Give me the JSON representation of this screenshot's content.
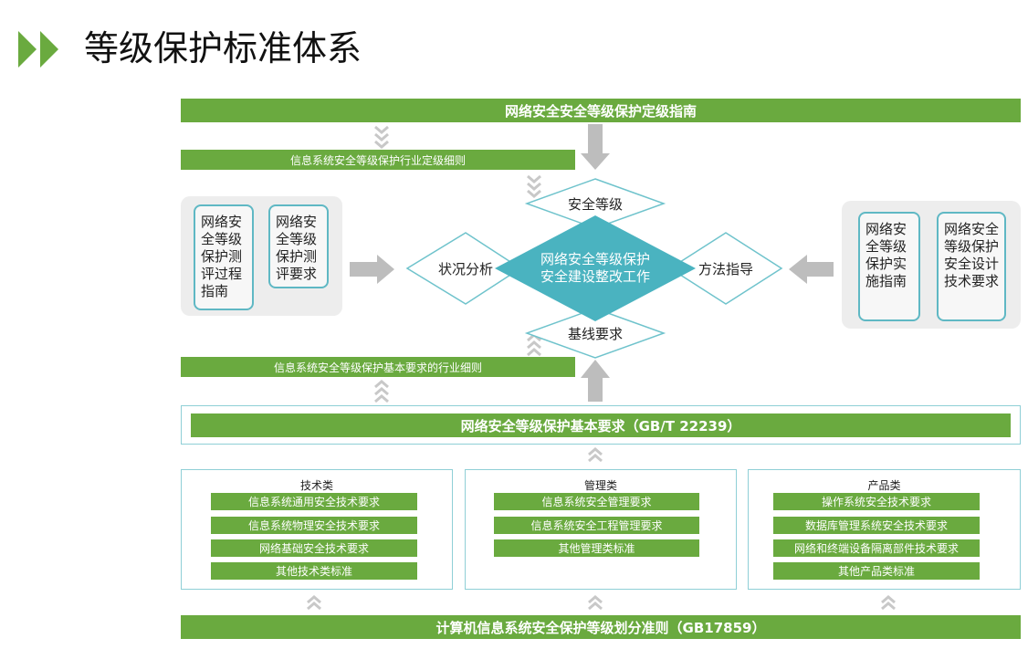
{
  "title": "等级保护标准体系",
  "colors": {
    "green": "#6aaa3f",
    "teal": "#4ab3c0",
    "gray": "#ededed"
  },
  "top_guide": "网络安全安全等级保护定级指南",
  "industry_grading_rule": "信息系统安全等级保护行业定级细则",
  "left_cells": [
    "网络安全等级保护测评过程指南",
    "网络安全等级保护测评要求"
  ],
  "right_cells": [
    "网络安全等级保护实施指南",
    "网络安全等级保护安全设计技术要求"
  ],
  "diamond": {
    "center": "网络安全等级保护安全建设整改工作",
    "top": "安全等级",
    "left": "状况分析",
    "right": "方法指导",
    "bottom": "基线要求"
  },
  "industry_baseline_rule": "信息系统安全等级保护基本要求的行业细则",
  "basic_requirement": "网络安全等级保护基本要求（GB/T 22239）",
  "categories": [
    {
      "title": "技术类",
      "items": [
        "信息系统通用安全技术要求",
        "信息系统物理安全技术要求",
        "网络基础安全技术要求",
        "其他技术类标准"
      ]
    },
    {
      "title": "管理类",
      "items": [
        "信息系统安全管理要求",
        "信息系统安全工程管理要求",
        "其他管理类标准"
      ]
    },
    {
      "title": "产品类",
      "items": [
        "操作系统安全技术要求",
        "数据库管理系统安全技术要求",
        "网络和终端设备隔离部件技术要求",
        "其他产品类标准"
      ]
    }
  ],
  "bottom_standard": "计算机信息系统安全保护等级划分准则（GB17859）"
}
